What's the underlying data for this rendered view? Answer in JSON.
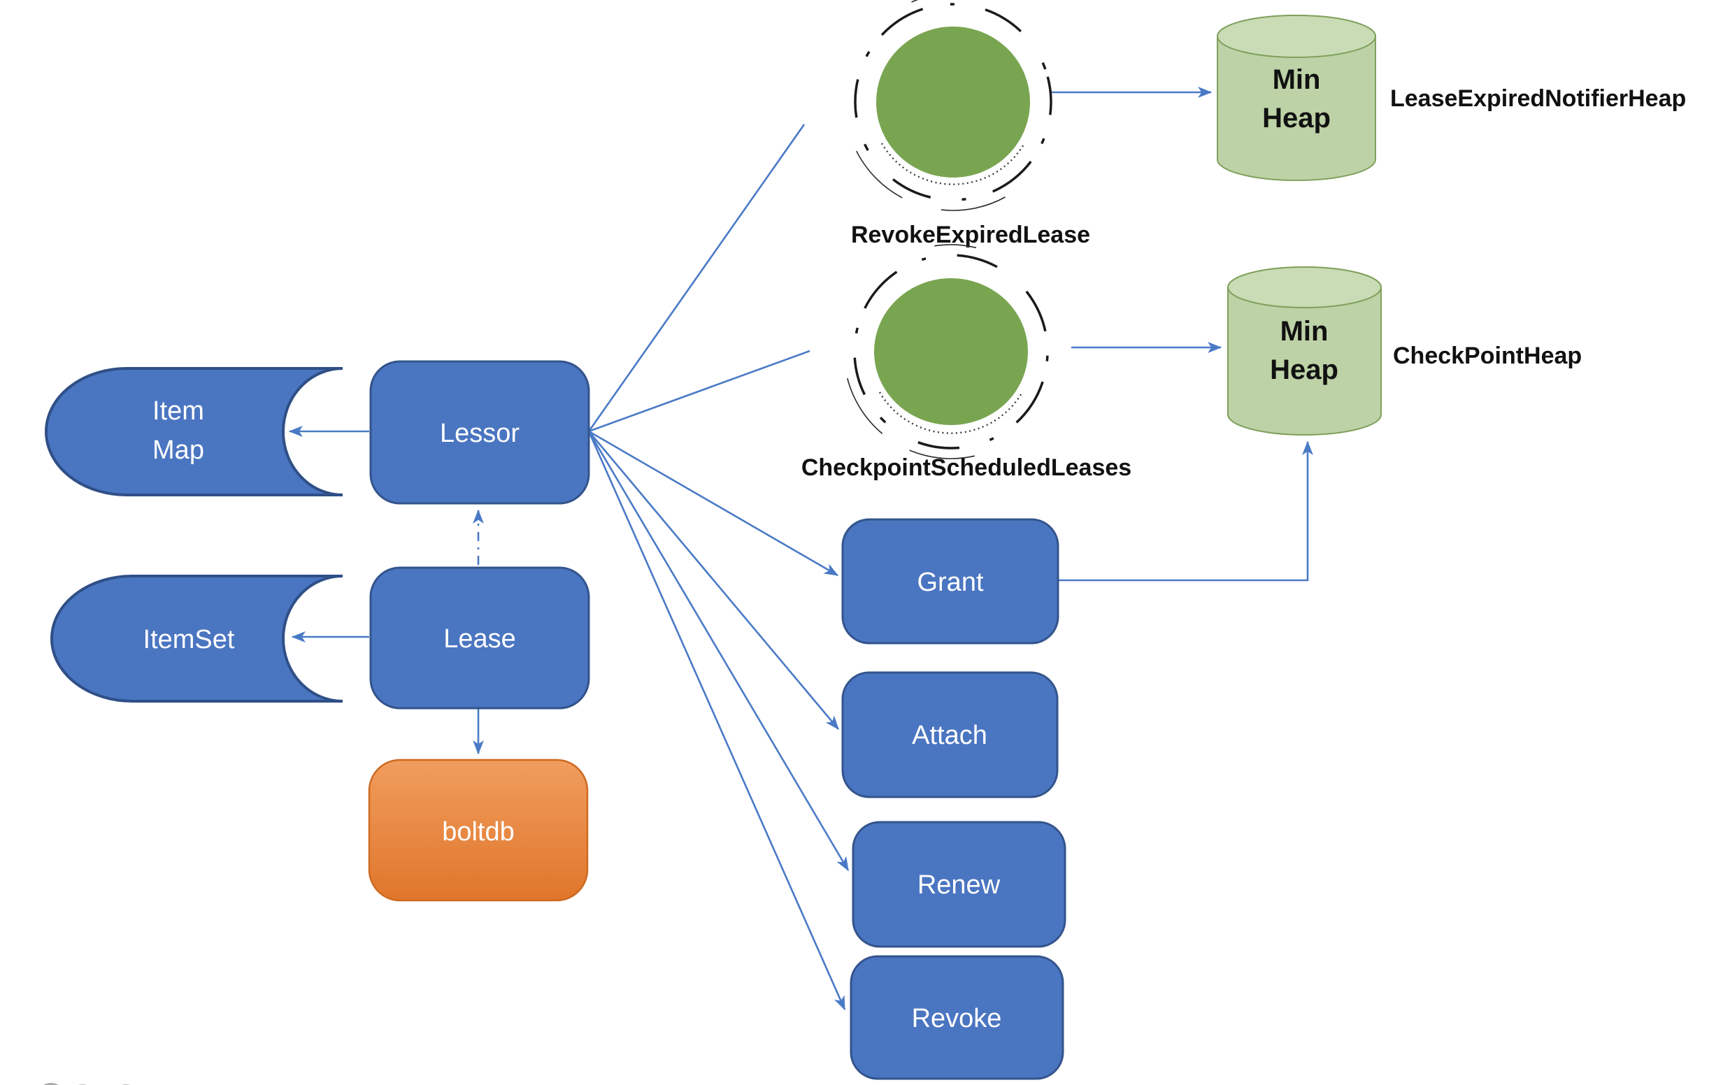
{
  "title": "Lessor lease architecture diagram",
  "colors": {
    "node_blue_fill": "#4a75c1",
    "node_blue_stroke": "#33548c",
    "connector_blue": "#4a7ac6",
    "process_green": "#79a551",
    "cylinder_green_fill": "#bdd2a6",
    "cylinder_green_stroke": "#80a05d",
    "boltdb_orange_top": "#f09d5e",
    "boltdb_orange_bottom": "#e0762b",
    "label_black": "#111111",
    "box_text_white": "#ffffff"
  },
  "nodes": {
    "item_map": {
      "line1": "Item",
      "line2": "Map"
    },
    "itemset": {
      "label": "ItemSet"
    },
    "lessor": {
      "label": "Lessor"
    },
    "lease": {
      "label": "Lease"
    },
    "boltdb": {
      "label": "boltdb"
    },
    "grant": {
      "label": "Grant"
    },
    "attach": {
      "label": "Attach"
    },
    "renew": {
      "label": "Renew"
    },
    "revoke": {
      "label": "Revoke"
    }
  },
  "processes": {
    "revoke_expired_lease": {
      "label": "RevokeExpiredLease"
    },
    "checkpoint_scheduled_leases": {
      "label": "CheckpointScheduledLeases"
    }
  },
  "heaps": {
    "notifier": {
      "line1": "Min",
      "line2": "Heap",
      "caption": "LeaseExpiredNotifierHeap"
    },
    "checkpoint": {
      "line1": "Min",
      "line2": "Heap",
      "caption": "CheckPointHeap"
    }
  }
}
